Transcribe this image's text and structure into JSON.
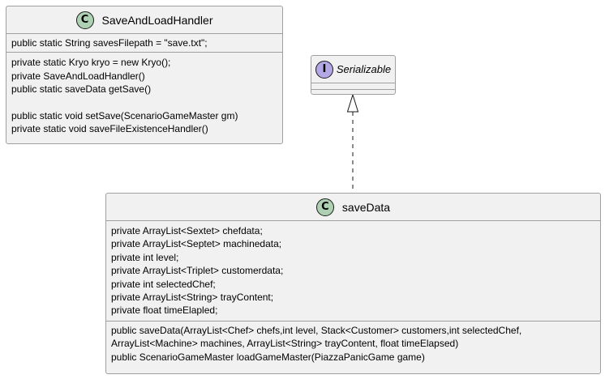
{
  "classes": {
    "save_and_load_handler": {
      "name": "SaveAndLoadHandler",
      "stereotype": "C",
      "fields": [
        "public static String savesFilepath = \"save.txt\";"
      ],
      "methods": [
        "private static Kryo kryo = new Kryo();",
        "private SaveAndLoadHandler()",
        "public static saveData getSave()",
        "",
        "public static void setSave(ScenarioGameMaster gm)",
        "private static void saveFileExistenceHandler()"
      ]
    },
    "serializable": {
      "name": "Serializable",
      "stereotype": "I"
    },
    "save_data": {
      "name": "saveData",
      "stereotype": "C",
      "fields": [
        "private ArrayList<Sextet> chefdata;",
        "private ArrayList<Septet> machinedata;",
        "private int level;",
        "private ArrayList<Triplet> customerdata;",
        "private int selectedChef;",
        "private ArrayList<String> trayContent;",
        "private float timeElapled;"
      ],
      "methods": [
        "public saveData(ArrayList<Chef> chefs,int level, Stack<Customer> customers,int selectedChef,",
        "ArrayList<Machine> machines, ArrayList<String> trayContent, float timeElapsed)",
        "public ScenarioGameMaster loadGameMaster(PiazzaPanicGame game)"
      ]
    }
  },
  "relations": [
    {
      "from": "saveData",
      "to": "Serializable",
      "type": "realization"
    }
  ]
}
